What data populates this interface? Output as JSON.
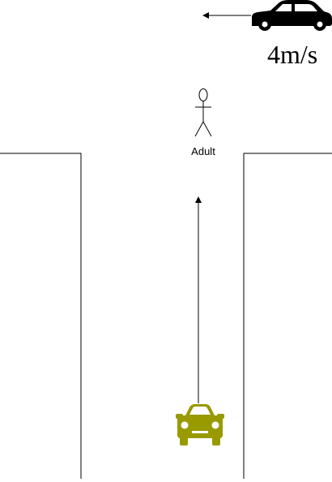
{
  "scene": {
    "moving_car": {
      "icon": "car-side-icon",
      "color": "#000000",
      "direction": "left",
      "speed_label": "4m/s"
    },
    "pedestrian": {
      "icon": "stick-figure-icon",
      "label": "Adult"
    },
    "ego_car": {
      "icon": "car-front-icon",
      "color": "#999900",
      "direction": "up"
    },
    "road": {
      "line_color": "#000000"
    }
  }
}
